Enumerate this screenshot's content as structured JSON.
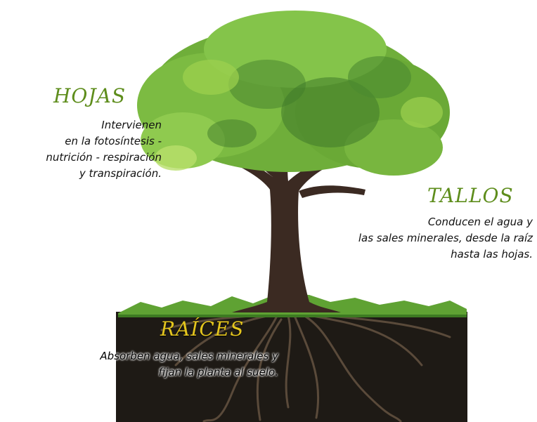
{
  "hojas": {
    "title": "HOJAS",
    "lines": [
      "Intervienen",
      "en la fotosíntesis -",
      "nutrición - respiración",
      "y transpiración."
    ]
  },
  "tallos": {
    "title": "TALLOS",
    "lines": [
      "Conducen el agua y",
      "las sales minerales, desde la raíz",
      "hasta las hojas."
    ]
  },
  "raices": {
    "title": "RAÍCES",
    "lines": [
      "Absorben agua, sales minerales y",
      "fijan la planta al suelo."
    ]
  },
  "colors": {
    "leaf_light": "#9ed24e",
    "leaf_mid": "#6fae3a",
    "leaf_dark": "#3f7a2a",
    "trunk": "#3b2a22",
    "soil": "#1e1a15",
    "grass": "#5fa233",
    "heading_green": "#5e8d1c",
    "heading_yellow": "#e4c51e"
  }
}
